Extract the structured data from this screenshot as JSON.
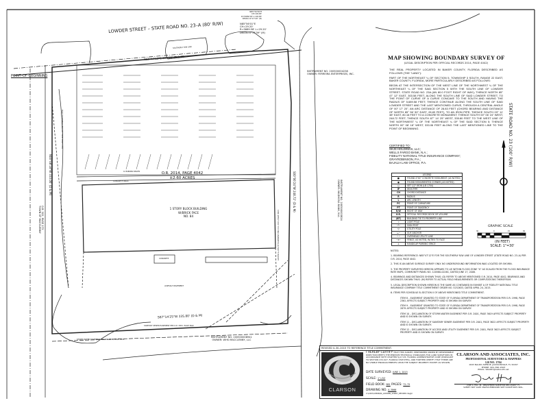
{
  "drawing": {
    "street_north": "LOWDER STREET – STATE ROAD NO. 23–A (80' R/W)",
    "street_east": "STATE ROAD NO. 23 (100' R/W)",
    "point_of_beginning": "POINT–OF–BEGINNING",
    "north_line_bearing": "N85°47'12\"E  303.58' (D & M)",
    "south_line_bearing": "S87°14'25\"W  335.80' (D & M)",
    "curve_d": [
      "N85°56'50\"E",
      "CH=28.83'",
      "R=5689.58' L=28.83'",
      "DELTA=0°17'20\" (D)"
    ],
    "curve_m": [
      "N85°56'01\"E",
      "CH=29.20'",
      "R=5689.58' L=29.20'",
      "DELTA=0°17'39\" (M)"
    ],
    "west_line_bearing": "N00°08'18\"W  333.06' (D & M)",
    "east_line_bearing": "S00°06'24\"W  248.72' (D & M)",
    "parcel_record": "O.R. 2014, PAGE 4042",
    "parcel_area": "±2.60 ACRES",
    "building": [
      "1 STORY BLOCK BUILDING",
      "W/BRICK FACE",
      "NO. 84"
    ],
    "asphalt_pavement": "ASPHALT PAVEMENT",
    "concrete_walk": "CONCRETE WALK",
    "concrete": "CONCRETE",
    "southerly_rw_line": "SOUTHERLY R/W LINE",
    "parking_spaces": "14 PARKING SPACES",
    "storm_water_easement": "STORM WATER EASEMENT PER O.R. 2001, PAGE 3619",
    "sanitary_sewer_easement": "SANITARY SEWER EASEMENT PER O.R. 2001, PAGE 3622",
    "access_utility_easement": "ACCESS & UTILITY EASEMENT PER O.R. 2001, PAGE 3623",
    "fdot_easement": "FDOT EASEMENT PER O.R. 1998, PAGE 2361",
    "adjoiner_north": [
      "INSTRUMENT NO. 200500004238",
      "OWNER: FERREIRA ENTERPRISES, INC."
    ],
    "adjoiner_east": [
      "INSTRUMENT NO. 200500003824",
      "OWNER: MADHOSA BANK, N.A."
    ],
    "adjoiner_south": [
      "INSTRUMENT NO. 200500008941",
      "OWNER: WHS MACCLENNY, LLC"
    ],
    "adjoiner_west": [
      "O.R. 322, PAGE 173",
      "TOWN OF MACCLENNY"
    ]
  },
  "header": {
    "title": "MAP SHOWING BOUNDARY SURVEY OF",
    "subtitle": "(LEGAL DESCRIPTION PER OFFICIAL RECORDS 2014, PAGE 4042)",
    "intro": "THE REAL PROPERTY LOCATED IN BAKER COUNTY, FLORIDA DESCRIBED AS FOLLOWS (THE \"LAND\"):",
    "part": "PART OF THE NORTHEAST ¼ OF SECTION 5, TOWNSHIP 3 SOUTH, RANGE 22 EAST, BAKER COUNTY, FLORIDA, MORE PARTICULARLY DESCRIBED AS FOLLOWS:",
    "legal": "BEGIN AT THE INTERSECTION OF THE WEST LINE OF THE NORTHWEST ¼ OF THE NORTHEAST ¼ OF THE SAID SECTION 5 WITH THE SOUTH LINE OF LOWDER STREET- STATE ROAD NO. 23A (AN 80.0 FOOT RIGHT OF WAY); THENCE NORTH 85° 47' 12\" EAST, 303.58 FEET, ALONG THE SOUTH LINE OF SAID LOWDER STREET, TO THE POINT OF CURVE OF A CURVE CONCAVE TO THE SOUTH AND HAVING THE RADIUS OF 5,689.58 FEET; THENCE CONTINUE ALONG THE SOUTH LINE OF SAID LOWDER STREET AND THE LAST MENTIONED CURVE, THROUGH A CENTRAL ANGLE OF 00° 17' 20\", AN ARC DISTANCE OF 28.83 FEET (CHORD BEARING AND DISTANCE OF NORTH 85° 56' 50\" EAST, 28.83 FEET), TO AN IRON PIPE; THENCE SOUTH 03° 11' 38\" EAST, 80.16 FEET TO A CONCRETE MONUMENT; THENCE SOUTH 00° 06' 24\" WEST, 248.72 FEET; THENCE SOUTH 87° 14' 25\" WEST, 335.80 FEET TO THE WEST LINE OF THE NORTHWEST ¼ OF THE NORTHEAST ¼ OF THE SAID SECTION 5; THENCE NORTH 00° 08' 18\" WEST, 333.06 FEET ALONG THE LAST MENTIONED LINE TO THE POINT OF BEGINNING."
  },
  "certified": {
    "heading": "CERTIFIED TO:",
    "parties": [
      "SKJS HOLDINGS, LLC;",
      "WELLS FARGO BANK, N.A.;",
      "FIDELITY NATIONAL TITLE INSURANCE COMPANY;",
      "GRAYROBINSON, P.A.;",
      "BAJALIA LAW OFFICE, P.A."
    ]
  },
  "legend": {
    "heading": "LEGEND",
    "items": [
      {
        "sym": "■",
        "text": "FOUND 4\"X4\" CONCRETE MONUMENT (AS NOTED)"
      },
      {
        "sym": "●",
        "text": "FOUND MONUMENTED CORNER (AS NOTED)"
      },
      {
        "sym": "○",
        "text": "SET 1/2\" IRON (LB 1704)"
      },
      {
        "sym": "IP",
        "text": "IRON PIPE"
      },
      {
        "sym": "CH",
        "text": "CHORD DISTANCE"
      },
      {
        "sym": "R",
        "text": "RADIUS"
      },
      {
        "sym": "L",
        "text": "ARC LENGTH"
      },
      {
        "sym": "PC",
        "text": "POINT OF CURVATURE"
      },
      {
        "sym": "PT",
        "text": "POINT OF TANGENCY"
      },
      {
        "sym": "R/W",
        "text": "RIGHT OF WAY"
      },
      {
        "sym": "O.R.",
        "text": "OFFICIAL RECORDS BOOK OR VOLUME"
      },
      {
        "sym": "(BT)",
        "text": "BUILDING TIE TO PROPERTY LINE"
      },
      {
        "sym": "☼",
        "text": "LIGHT POLE"
      },
      {
        "sym": "─┴─",
        "text": "SIGN POST"
      },
      {
        "sym": "-◊-",
        "text": "UTILITY POLE"
      },
      {
        "sym": "←─",
        "text": "GUY ANCHOR"
      },
      {
        "sym": "─ ─",
        "text": "OVERHEAD UTILITY LINE"
      },
      {
        "sym": "─×─",
        "text": "FENCE, AS NOTED, W/TIES TO FACE"
      },
      {
        "sym": "♿",
        "text": "HANDICAP PARKING SPACE"
      }
    ]
  },
  "scale": {
    "title": "GRAPHIC SCALE",
    "ticks": [
      "30",
      "0",
      "15",
      "30"
    ],
    "unit": "(IN FEET)",
    "scale_text": "SCALE: 1\"=30'"
  },
  "notes": {
    "heading": "NOTES:",
    "items": [
      "1. BEARING REFERENCE: N85°47'12\"E FOR THE SOUTHERLY R/W LINE OF LOWDER STREET (STATE ROAD NO. 23–A) PER O.R. 2014, PAGE 4042.",
      "2. THIS IS AN ABOVE SURFACE SURVEY ONLY. NO UNDERGROUND INFORMATION WAS LOCATED OR SHOWN.",
      "3. THE PROPERTY SURVEYED HEREON APPEARS TO LIE WITHIN FLOOD ZONE \"X\" AS SCALED FROM THE FLOOD INSURANCE RATE MAPS, COMMUNITY PANEL NO. 120580-0226C, DATED JUNE 17, 2008.",
      "4. BEARINGS AND DISTANCES SHOWN THUS: (D) REFER TO ABOVE MENTIONED O.R. 2014, PAGE 4042, BEARINGS AND DISTANCES SHOWN THUS: (M) REFER TO ACTUAL FIELD MEASUREMENTS OR COMPUTATIONS THEREFROM.",
      "5. LEGAL DESCRIPTION SHOWN HEREON IS THE SAME AS CONTAINED IN EXHIBIT A OF FIDELITY NATIONAL TITLE INSURANCE COMPANY TITLE COMMITMENT ORDER NO. 5252633, DATED APRIL 24, 2015.",
      "6. ITEMS PER SCHEDULE B–SECTION II OF ABOVE MENTIONED TITLE COMMITMENT."
    ],
    "sub_items": [
      "ITEM 8 – EASEMENT GRANTED TO STATE OF FLORIDA DEPARTMENT OF TRANSPORTATION PER O.R. 1998, PAGE 2361 AFFECTS SUBJECT PROPERTY AND IS SHOWN ON SURVEY.",
      "ITEM 9 – EASEMENT GRANTED TO STATE OF FLORIDA DEPARTMENT OF TRANSPORTATION PER O.R. 1998, PAGE 2879 AFFECTS SUBJECT PROPERTY AND IS SHOWN ON SURVEY.",
      "ITEM 10 – DECLARATION OF STORM WATER EASEMENT PER O.R. 2001, PAGE 3619 AFFECTS SUBJECT PROPERTY AND IS SHOWN ON SURVEY.",
      "ITEM 11 – DECLARATION OF SANITARY SEWER EASEMENT PER O.R. 2001, PAGE 3622 AFFECTS SUBJECT PROPERTY AND IS SHOWN ON SURVEY.",
      "ITEM 12 – DECLARATION OF ACCESS AND UTILITY EASEMENT PER O.R. 2001, PAGE 3623 AFFECTS SUBJECT PROPERTY AND IS SHOWN ON SURVEY."
    ]
  },
  "title_block": {
    "revision": "REVISED 4–30–2015 TO REFERENCE TITLE COMMITMENT.",
    "logo_text": "CLARSON",
    "certify_lead": "I HEREBY CERTIFY",
    "certify": "THAT THIS SURVEY, PERFORMED UNDER MY RESPONSIBLE DIRECTION MEETS THE MINIMUM TECHNICAL STANDARDS FOR LAND SURVEYORS IN ACCORDANCE WITH CHAPTER 5J-17.05, FLORIDA ADMINISTRATIVE CODE (PURSUANT TO SECTION 472.027, FLORIDA STATUTES), AND FURTHER CERTIFY THAT THERE ARE NO VISIBLE ENCROACHMENTS UPON THE SUBJECT PROPERTY EXCEPT AS SHOWN.",
    "date_label": "DATE SURVEYED:",
    "date_value": "JUNE 1, 2015",
    "scale_label": "SCALE:",
    "scale_value": "1\"=30'",
    "field_book_label": "FIELD BOOK:",
    "field_book_value": "881",
    "pages_label": "PAGES:",
    "pages_value": "72–75",
    "drawing_label": "DRAWING NO.",
    "drawing_value": "A–3866",
    "file_path": "C:\\2467\\A3866\\84_LOWDER_ST-BDY_REVISED.dwg\\C",
    "company": "CLARSON AND ASSOCIATES, INC.",
    "company_sub": "PROFESSIONAL SURVEYORS & MAPPERS",
    "license": "LB NO. 1704",
    "address": "1643 NALDO AVENUE, JACKSONVILLE, FL 32207",
    "phone": "PHONE: 904–396–2623",
    "email": "EMAIL: S64487@bellsouth.net",
    "surveyor": "JOSE A. HILL, JR., REGISTERED SURVEYOR REG #4487, FL",
    "validity": "SURVEY NOT VALID UNLESS EMBOSSED WITH SURVEYOR'S SEAL."
  },
  "colors": {
    "ink": "#111111",
    "paper": "#ffffff",
    "logo_bg": "#2b2b2b"
  }
}
